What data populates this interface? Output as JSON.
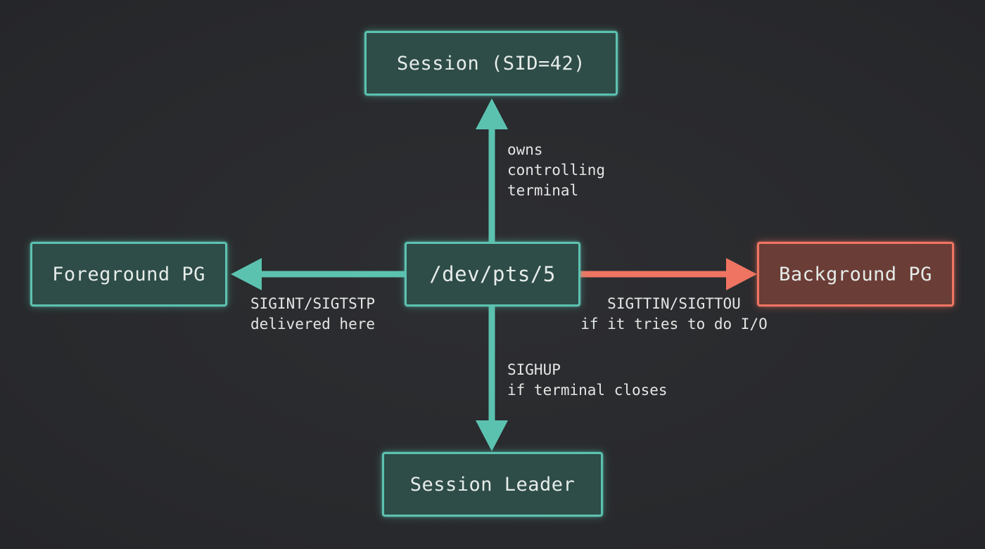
{
  "nodes": {
    "session": "Session (SID=42)",
    "tty": "/dev/pts/5",
    "foreground": "Foreground PG",
    "background": "Background PG",
    "leader": "Session Leader"
  },
  "edges": {
    "up": [
      "owns",
      "controlling",
      "terminal"
    ],
    "left": [
      "SIGINT/SIGTSTP",
      "delivered here"
    ],
    "right": [
      "SIGTTIN/SIGTTOU",
      "if it tries to do I/O"
    ],
    "down": [
      "SIGHUP",
      "if terminal closes"
    ]
  },
  "colors": {
    "teal": "#5cc2b0",
    "teal_fill": "#2e4c48",
    "coral": "#ef7562",
    "coral_fill": "#6b3d37",
    "background": "#2a2b2e",
    "text": "#e6ece9"
  }
}
